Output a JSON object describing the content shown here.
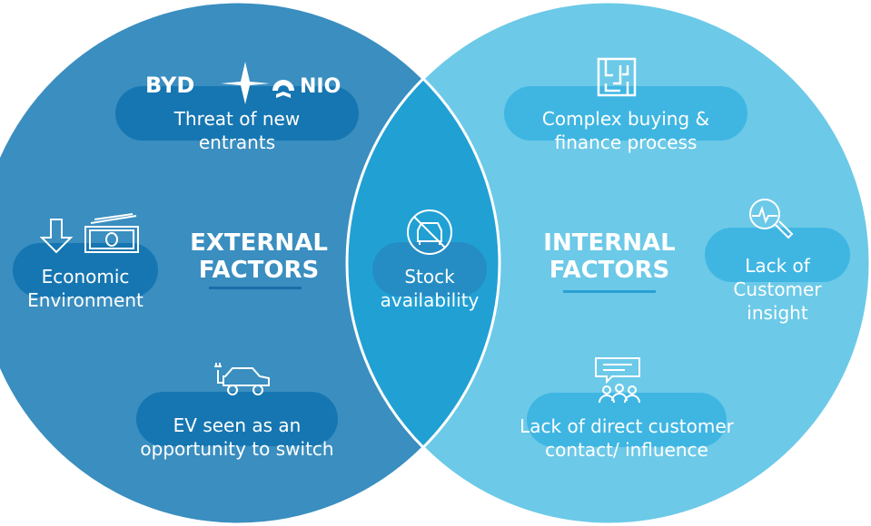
{
  "colors": {
    "external": "#3a8ec0",
    "internal": "#6cc9e8",
    "overlap": "#21a0d4",
    "external_pill": "#1676b1",
    "internal_pill": "#3fb6e2",
    "underline_ext": "#1a6ea8",
    "underline_int": "#2a9fd3"
  },
  "external": {
    "heading_line1": "EXTERNAL",
    "heading_line2": "FACTORS",
    "items": [
      {
        "label_line1": "Threat of new",
        "label_line2": "entrants",
        "icon": "car-brand-logos-icon",
        "logos": [
          "BYD",
          "NIO"
        ]
      },
      {
        "label_line1": "Economic",
        "label_line2": "Environment",
        "icon": "down-arrow-money-icon"
      },
      {
        "label_line1": "EV seen as an",
        "label_line2": "opportunity to switch",
        "icon": "electric-car-icon"
      }
    ]
  },
  "overlap": {
    "label_line1": "Stock",
    "label_line2": "availability",
    "icon": "no-car-icon"
  },
  "internal": {
    "heading_line1": "INTERNAL",
    "heading_line2": "FACTORS",
    "items": [
      {
        "label_line1": "Complex buying &",
        "label_line2": "finance process",
        "icon": "maze-icon"
      },
      {
        "label_line1": "Lack of",
        "label_line2": "Customer",
        "label_line3": "insight",
        "icon": "magnifier-chart-icon"
      },
      {
        "label_line1": "Lack of direct customer",
        "label_line2": "contact/ influence",
        "icon": "audience-chat-icon"
      }
    ]
  }
}
